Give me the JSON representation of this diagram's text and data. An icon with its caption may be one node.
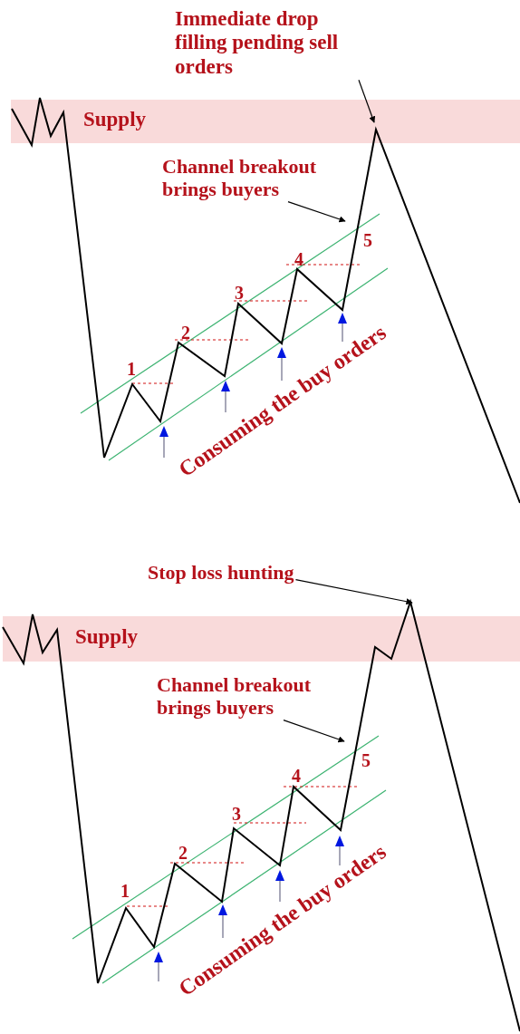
{
  "diagram": {
    "nodes": [
      {
        "text": [
          "Supply"
        ]
      },
      {
        "text": [
          "Immediate drop filling pending sell orders"
        ]
      },
      {
        "text": [
          "Channel breakout brings buyers"
        ]
      },
      {
        "text": [
          "Supply"
        ]
      },
      {
        "text": [
          "Stop loss hunting"
        ]
      },
      {
        "text": [
          "Channel breakout brings buyers"
        ]
      }
    ],
    "edges": [
      {
        "from": 1,
        "to": 0,
        "arrow": "to"
      },
      {
        "from": 2,
        "to": null,
        "arrow": "to"
      },
      {
        "from": 4,
        "to": 3,
        "arrow": "to"
      },
      {
        "from": 5,
        "to": null,
        "arrow": "to"
      }
    ],
    "labels": [
      "1",
      "2",
      "3",
      "4",
      "5",
      "Consuming the buy orders",
      "1",
      "2",
      "3",
      "4",
      "5",
      "Consuming the buy orders"
    ]
  }
}
